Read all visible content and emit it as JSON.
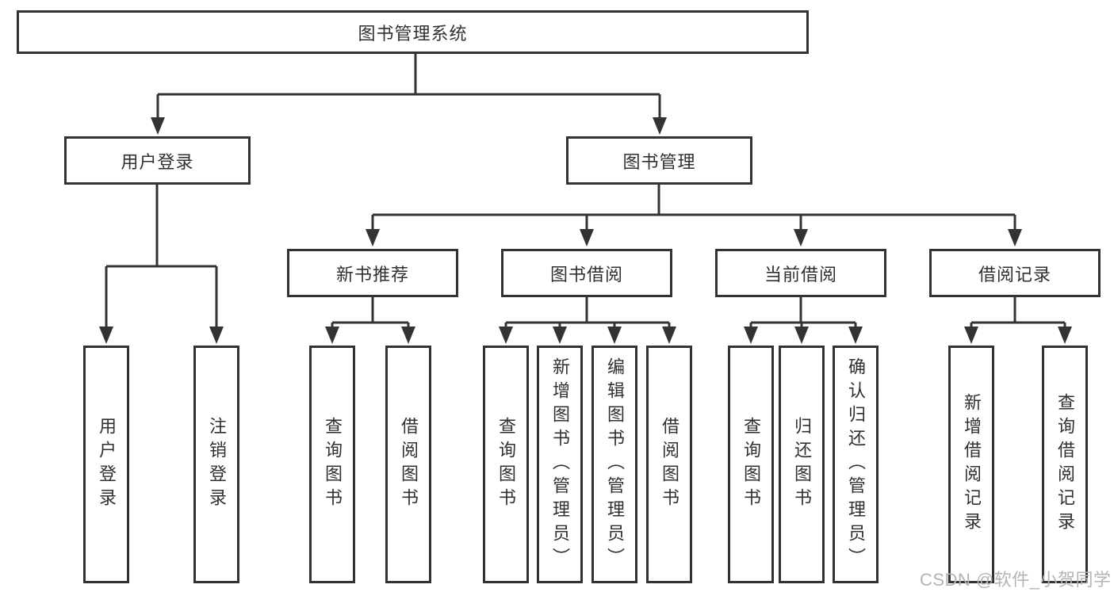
{
  "colors": {
    "line": "#333333",
    "text": "#303030",
    "background": "#ffffff",
    "watermark": "#b4b4b4"
  },
  "diagram": {
    "root": "图书管理系统",
    "level1": {
      "user": "用户登录",
      "management": "图书管理"
    },
    "level2": {
      "recommend": "新书推荐",
      "borrow": "图书借阅",
      "current": "当前借阅",
      "records": "借阅记录"
    },
    "leaves": {
      "user": [
        "用户登录",
        "注销登录"
      ],
      "recommend": [
        "查询图书",
        "借阅图书"
      ],
      "borrow": [
        "查询图书",
        "新增图书（管理员）",
        "编辑图书（管理员）",
        "借阅图书"
      ],
      "current": [
        "查询图书",
        "归还图书",
        "确认归还（管理员）"
      ],
      "records": [
        "新增借阅记录",
        "查询借阅记录"
      ]
    }
  },
  "watermark": "CSDN @软件_小贺同学"
}
